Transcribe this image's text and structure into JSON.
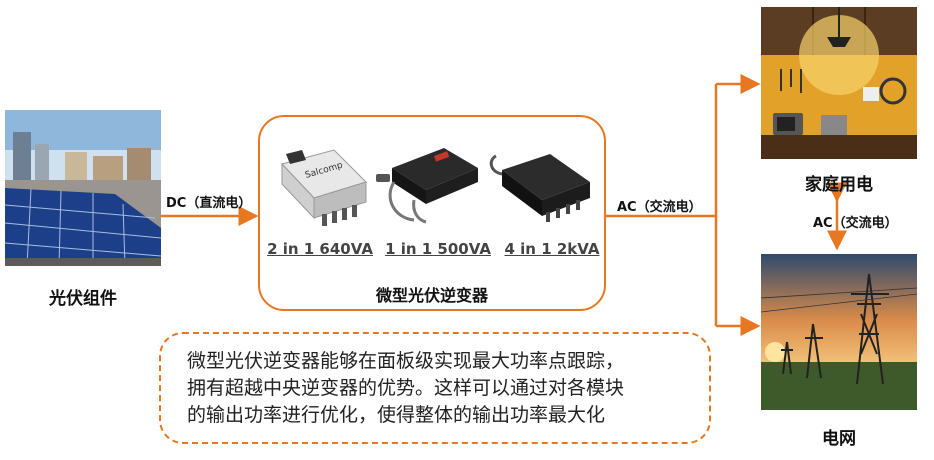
{
  "nodes": {
    "pv_module": "光伏组件",
    "micro_inverter": "微型光伏逆变器",
    "household": "家庭用电",
    "grid": "电网"
  },
  "edges": {
    "dc": "DC（直流电）",
    "ac_out": "AC（交流电）",
    "ac_grid": "AC（交流电）"
  },
  "products": [
    {
      "label": "2 in 1 640VA",
      "brand": "Salcomp"
    },
    {
      "label": "1 in 1 500VA"
    },
    {
      "label": "4 in 1 2kVA"
    }
  ],
  "description": {
    "lines": [
      "微型光伏逆变器能够在面板级实现最大功率点跟踪，",
      "拥有超越中央逆变器的优势。这样可以通过对各模块",
      "的输出功率进行优化，使得整体的输出功率最大化"
    ]
  },
  "colors": {
    "accent": "#E87722"
  }
}
